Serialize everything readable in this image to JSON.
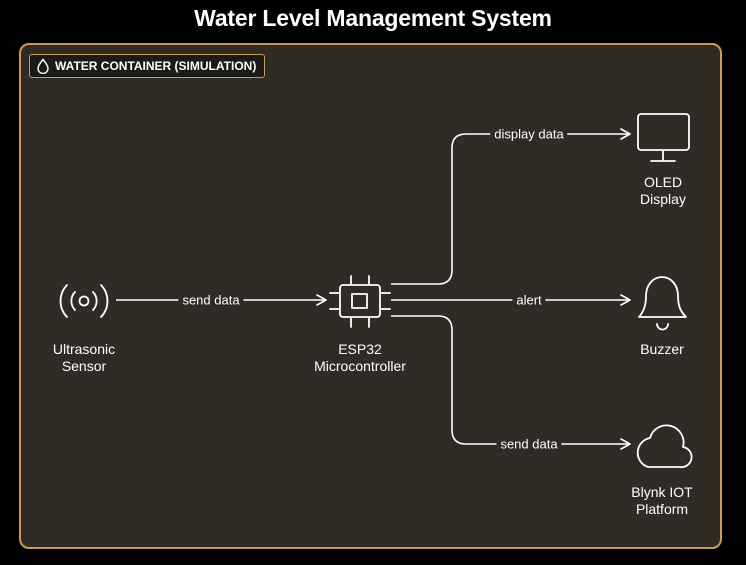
{
  "title": "Water Level Management System",
  "container": {
    "label": "WATER CONTAINER (SIMULATION)",
    "icon": "water-drop-icon"
  },
  "nodes": {
    "sensor": {
      "line1": "Ultrasonic",
      "line2": "Sensor",
      "icon": "ultrasonic-sensor-icon"
    },
    "esp32": {
      "line1": "ESP32",
      "line2": "Microcontroller",
      "icon": "chip-icon"
    },
    "oled": {
      "line1": "OLED",
      "line2": "Display",
      "icon": "monitor-icon"
    },
    "buzzer": {
      "line1": "Buzzer",
      "icon": "bell-icon"
    },
    "blynk": {
      "line1": "Blynk IOT",
      "line2": "Platform",
      "icon": "cloud-icon"
    }
  },
  "edges": {
    "sensor_to_esp": "send data",
    "esp_to_oled": "display data",
    "esp_to_buzzer": "alert",
    "esp_to_blynk": "send data"
  },
  "colors": {
    "background": "#000000",
    "panel": "#2f2c25",
    "border": "#c99b54",
    "stroke": "#ffffff"
  }
}
